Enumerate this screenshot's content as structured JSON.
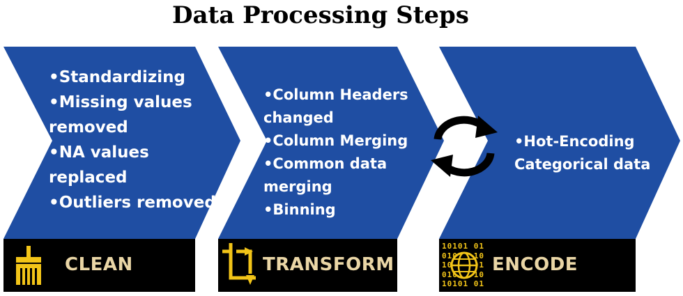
{
  "title": "Data Processing Steps",
  "steps": [
    {
      "name": "CLEAN",
      "icon": "brush-icon",
      "bullets": [
        "•Standardizing",
        "•Missing values",
        "removed",
        "•NA values",
        "replaced",
        "•Outliers removed"
      ]
    },
    {
      "name": "TRANSFORM",
      "icon": "crop-transform-icon",
      "bullets": [
        "•Column Headers",
        "changed",
        "•Column Merging",
        "•Common data",
        "merging",
        "•Binning"
      ]
    },
    {
      "name": "ENCODE",
      "icon": "binary-globe-icon",
      "bullets": [
        "•Hot-Encoding",
        "Categorical data"
      ]
    }
  ],
  "cycle_icon": "refresh-cycle-icon",
  "binary_text": [
    "10101 01",
    "01010 10",
    "10101 01",
    "01010 10",
    "10101 01"
  ],
  "colors": {
    "chevron": "#1f4ea3",
    "label_bg": "#000000",
    "label_text": "#ead6a6",
    "icon_gold": "#f2c418"
  }
}
